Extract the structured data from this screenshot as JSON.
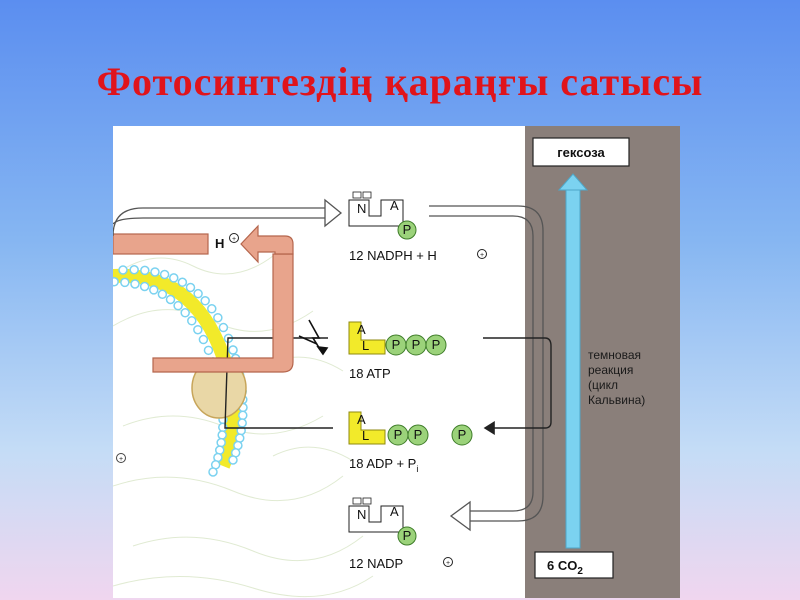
{
  "slide": {
    "title": "Фотосинтездің қараңғы сатысы"
  },
  "diagram": {
    "hexose": "гексоза",
    "co2": "6 CO",
    "co2_sub": "2",
    "cycle_label_lines": [
      "темновая",
      "реакция",
      "(цикл",
      "Кальвина)"
    ],
    "proton": "H",
    "nadph": "12 NADPH + H",
    "atp": "18 ATP",
    "adp": "18 ADP + P",
    "adp_sub": "i",
    "nadp": "12 NADP",
    "letter_n": "N",
    "letter_a": "A",
    "letter_l": "L",
    "letter_p": "P",
    "colors": {
      "title": "#e0141b",
      "stroma_panel": "#8a7f7a",
      "yellow": "#f2ea2a",
      "green": "#9bd27a",
      "salmon": "#e8a48c",
      "membrane_blue": "#7bd2f0"
    }
  }
}
